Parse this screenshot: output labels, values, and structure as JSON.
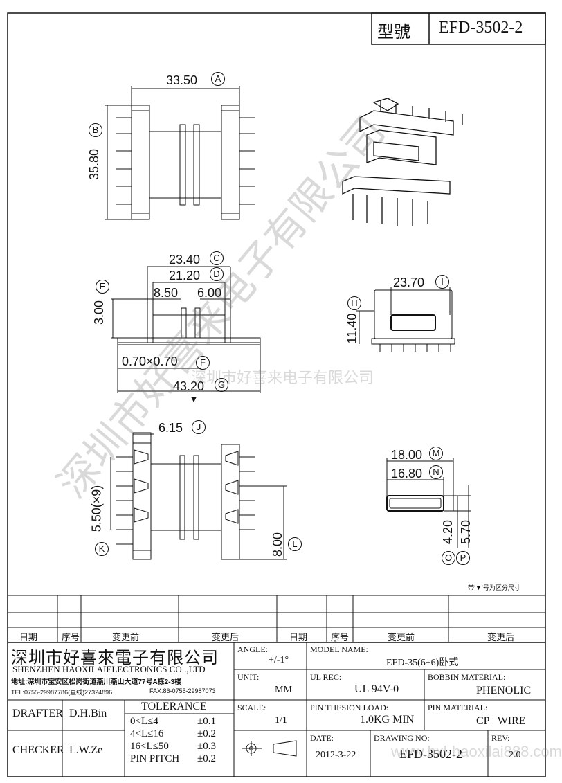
{
  "title_block": {
    "model_label": "型號",
    "model_value": "EFD-3502-2"
  },
  "dims": {
    "A": {
      "value": "33.50",
      "tag": "A"
    },
    "B": {
      "value": "35.80",
      "tag": "B"
    },
    "C": {
      "value": "23.40",
      "tag": "C"
    },
    "D": {
      "value": "21.20",
      "tag": "D"
    },
    "E": {
      "value": "3.00",
      "tag": "E"
    },
    "F": {
      "value": "0.70×0.70",
      "tag": "F"
    },
    "G": {
      "value": "43.20",
      "tag": "G"
    },
    "H": {
      "value": "11.40",
      "tag": "H"
    },
    "I": {
      "value": "23.70",
      "tag": "I"
    },
    "J": {
      "value": "6.15",
      "tag": "J"
    },
    "K": {
      "value": "5.50(×9)",
      "tag": "K"
    },
    "L": {
      "value": "8.00",
      "tag": "L"
    },
    "M": {
      "value": "18.00",
      "tag": "M"
    },
    "N": {
      "value": "16.80",
      "tag": "N"
    },
    "O": {
      "value": "4.20",
      "tag": "O"
    },
    "P": {
      "value": "5.70",
      "tag": "P"
    },
    "d850": "8.50",
    "d600": "6.00"
  },
  "note": "带‘▼’号为区分尺寸",
  "revision_headers": {
    "date": "日期",
    "seq": "序号",
    "before": "变更前",
    "after": "变更后"
  },
  "company": {
    "name_cn": "深圳市好喜來電子有限公司",
    "name_en": "SHENZHEN HAOXILAIELECTRONICS CO .,LTD",
    "address": "地址:深圳市宝安区松岗街道燕川燕山大道77号A栋2-3楼",
    "tel": "TEL:0755-29987786(直线)27324896",
    "fax": "FAX:86-0755-29987073"
  },
  "fields": {
    "angle_label": "ANGLE:",
    "angle_value": "+/-1°",
    "model_name_label": "MODEL NAME:",
    "model_name_value": "EFD-35(6+6)卧式",
    "unit_label": "UNIT:",
    "unit_value": "MM",
    "ul_label": "UL REC:",
    "ul_value": "UL 94V-0",
    "bobbin_label": "BOBBIN MATERIAL:",
    "bobbin_value": "PHENOLIC",
    "scale_label": "SCALE:",
    "scale_value": "1/1",
    "pin_load_label": "PIN THESION LOAD:",
    "pin_load_value": "1.0KG MIN",
    "pin_mat_label": "PIN MATERIAL:",
    "pin_mat_value": "CP   WIRE",
    "date_label": "DATE:",
    "date_value": "2012-3-22",
    "drawing_label": "DRAWING NO:",
    "drawing_value": "EFD-3502-2",
    "rev_label": "REV:",
    "rev_value": "2.0"
  },
  "people": {
    "drafter_label": "DRAFTER",
    "drafter_value": "D.H.Bin",
    "checker_label": "CHECKER",
    "checker_value": "L.W.Ze"
  },
  "tolerance": {
    "title": "TOLERANCE",
    "rows": [
      {
        "range": "0<L≤4",
        "tol": "±0.1"
      },
      {
        "range": "4<L≤16",
        "tol": "±0.2"
      },
      {
        "range": "16<L≤50",
        "tol": "±0.3"
      },
      {
        "range": "PIN PITCH",
        "tol": "±0.2"
      }
    ]
  },
  "watermarks": {
    "diag": "深圳市好喜来电子有限公司",
    "center": "深圳市好喜来电子有限公司",
    "url": "www.hxl-haoxilai888.com"
  }
}
